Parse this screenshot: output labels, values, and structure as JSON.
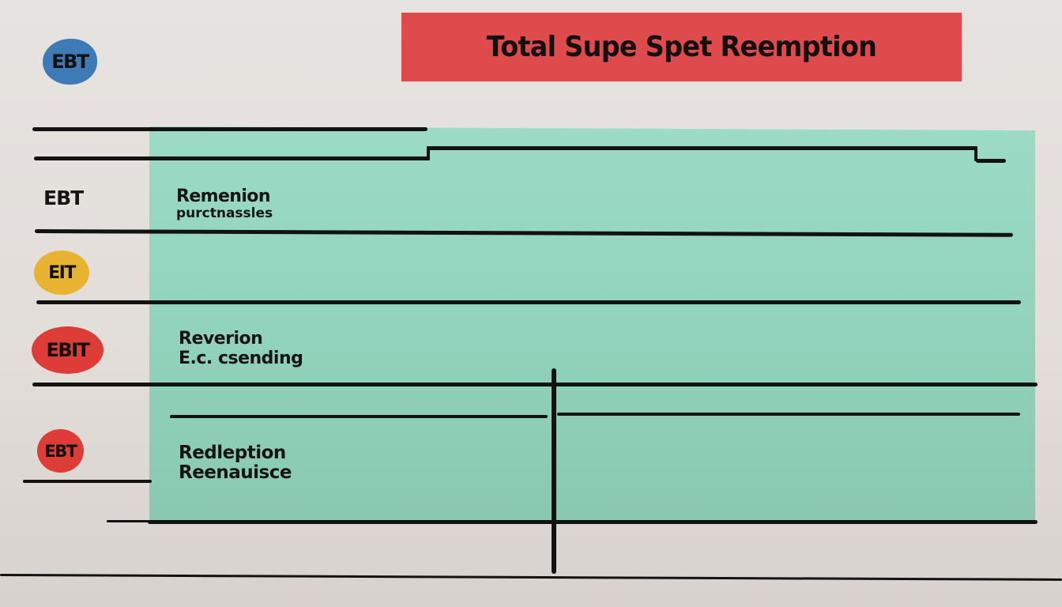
{
  "title": {
    "text": "Total Supe Spet Reemption",
    "background_color": "#df4a4c"
  },
  "panel": {
    "background_color": "#96d6c0"
  },
  "badges": [
    {
      "label": "EBT",
      "color": "#3d7ab6"
    },
    {
      "label": "EIT",
      "color": "#e8b331"
    },
    {
      "label": "EBIT",
      "color": "#dd3c37"
    },
    {
      "label": "EBT",
      "color": "#dd3c37"
    }
  ],
  "row_labels": [
    {
      "label": "EBT"
    }
  ],
  "cells": [
    {
      "line1": "Remenion",
      "line2": "purctnassles"
    },
    {
      "line1": "Reverion",
      "line2": "E.c. csending"
    },
    {
      "line1": "Redleption",
      "line2": "Reenauisce"
    }
  ]
}
